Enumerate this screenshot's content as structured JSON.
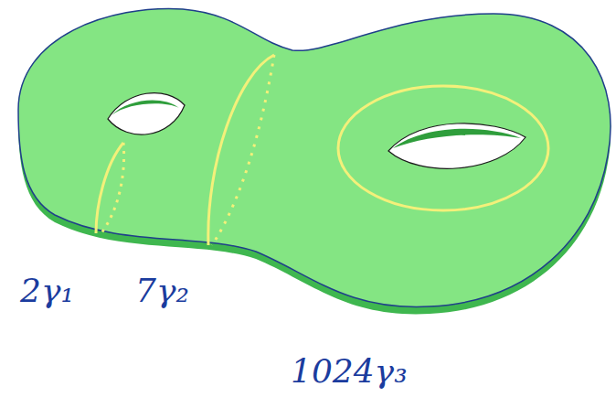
{
  "diagram": {
    "labels": [
      "2γ₁",
      "7γ₂",
      "1024γ₃"
    ]
  }
}
